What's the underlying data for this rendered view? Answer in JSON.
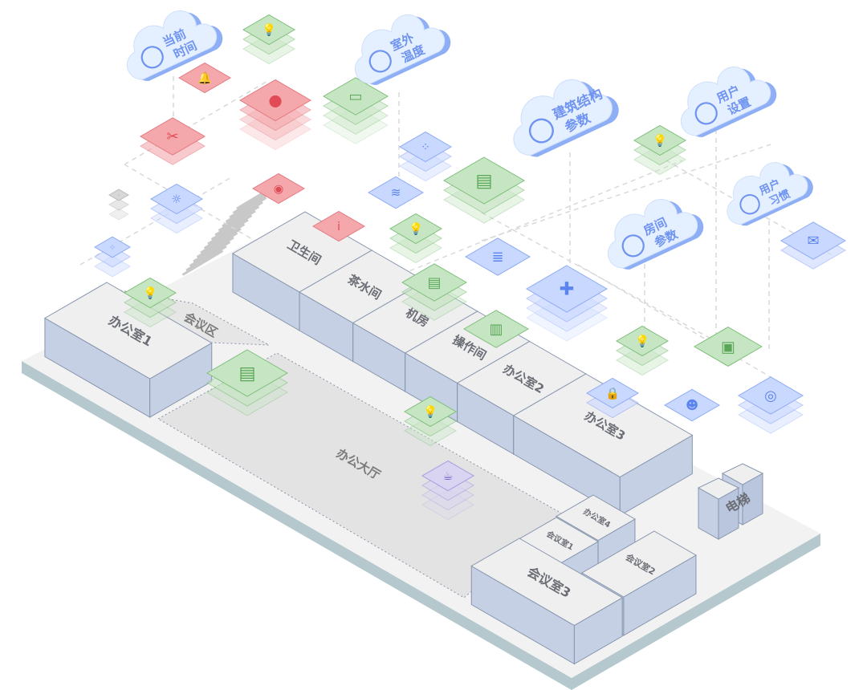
{
  "clouds": [
    {
      "id": "current-time",
      "line1": "当前",
      "line2": "时间",
      "icon": "clock-icon"
    },
    {
      "id": "outdoor-temperature",
      "line1": "室外",
      "line2": "温度",
      "icon": "thermometer-icon"
    },
    {
      "id": "building-structure",
      "line1": "建筑结构",
      "line2": "参数",
      "icon": "brick-wall-icon"
    },
    {
      "id": "user-settings",
      "line1": "用户",
      "line2": "设置",
      "icon": "user-gear-icon"
    },
    {
      "id": "room-parameters",
      "line1": "房间",
      "line2": "参数",
      "icon": "house-icon"
    },
    {
      "id": "user-habits",
      "line1": "用户",
      "line2": "习惯",
      "icon": "user-list-icon"
    }
  ],
  "rooms": {
    "office1": "办公室1",
    "restroom": "卫生间",
    "tea_room": "茶水间",
    "machine_room": "机房",
    "operation_room": "操作间",
    "office2": "办公室2",
    "office3": "办公室3",
    "office4": "办公室4",
    "meeting1": "会议室1",
    "meeting2": "会议室2",
    "meeting3": "会议室3",
    "elevator": "电梯"
  },
  "zones": {
    "meeting_area": "会议区",
    "office_hall": "办公大厅"
  },
  "colors": {
    "green": "#c6e5c3",
    "red": "#f4a8ac",
    "blue": "#c9d8ff",
    "purple": "#d9d4f2",
    "gray": "#d8d8d8",
    "cloud_fill": "#e4efff",
    "cloud_edge": "#8eaef6",
    "room_top": "#efeff0",
    "room_side": "#c5d0e4",
    "floor": "#f2f2f2",
    "floor_edge": "#b5c8cd"
  },
  "device_icons": [
    "lightbulb-icon",
    "bell-icon",
    "person-icon",
    "tools-icon",
    "tablet-icon",
    "sun-icon",
    "mic-icon",
    "wifi-icon",
    "dots-icon",
    "keyboard-icon",
    "info-icon",
    "document-icon",
    "grid-icon",
    "printer-icon",
    "coffee-cup-icon",
    "lock-icon",
    "user-badge-icon",
    "camera-icon",
    "briefcase-icon",
    "mail-icon"
  ]
}
